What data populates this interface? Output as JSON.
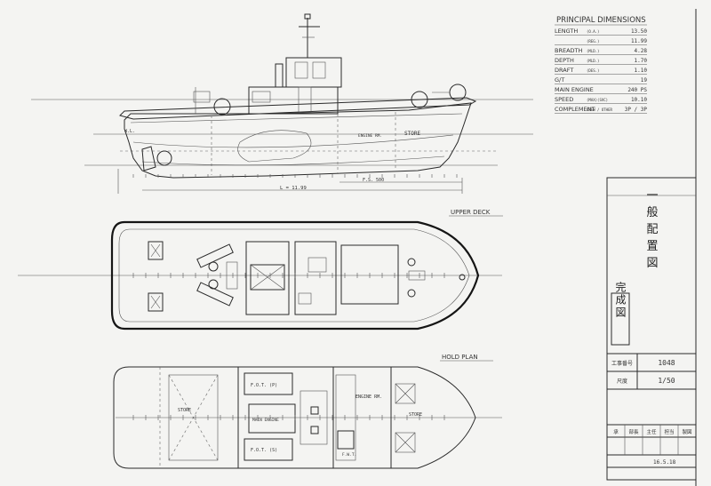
{
  "dimensions": {
    "heading": "PRINCIPAL  DIMENSIONS",
    "rows": [
      {
        "label": "LENGTH",
        "qualifier": "(O.A.)",
        "value": "13.50"
      },
      {
        "label": "",
        "qualifier": "(REG.)",
        "value": "11.99"
      },
      {
        "label": "BREADTH",
        "qualifier": "(MLD.)",
        "value": "4.28"
      },
      {
        "label": "DEPTH",
        "qualifier": "(MLD.)",
        "value": "1.70"
      },
      {
        "label": "DRAFT",
        "qualifier": "(DES.)",
        "value": "1.10"
      },
      {
        "label": "G/T",
        "qualifier": "",
        "value": "19"
      },
      {
        "label": "MAIN  ENGINE",
        "qualifier": "",
        "value": "240 PS"
      },
      {
        "label": "SPEED",
        "qualifier": "(MAX)(SVC)",
        "value": "10.10"
      },
      {
        "label": "COMPLEMENT",
        "qualifier": "CREW / OTHER",
        "value": "3P / 3P"
      }
    ]
  },
  "views": {
    "profile": {
      "labels": {
        "engine_rm": "ENGINE RM.",
        "store": "STORE",
        "fr_spacing": "F.S.    500",
        "length": "L = 11.99",
        "wl": "W.L."
      }
    },
    "upper_deck": {
      "title": "UPPER  DECK"
    },
    "hold_plan": {
      "title": "HOLD  PLAN",
      "labels": {
        "store_aft": "STORE",
        "engine_rm": "ENGINE RM.",
        "store_fwd": "STORE",
        "fuel_tank_p": "F.O.T. (P)",
        "fuel_tank_s": "F.O.T. (S)",
        "fw_tank": "F.W.T.",
        "main_engine": "MAIN ENGINE"
      }
    }
  },
  "title_block": {
    "drawing_title": "一般配置図",
    "stamp": "完成図",
    "ship_no_label": "工事番号",
    "ship_no": "1048",
    "scale_label": "尺度",
    "scale": "1/50",
    "approval_headers": [
      "承",
      "部長",
      "主任",
      "担当",
      "製図"
    ],
    "date": "16.5.18"
  },
  "colors": {
    "paper": "#f4f4f2",
    "ink": "#222222"
  }
}
